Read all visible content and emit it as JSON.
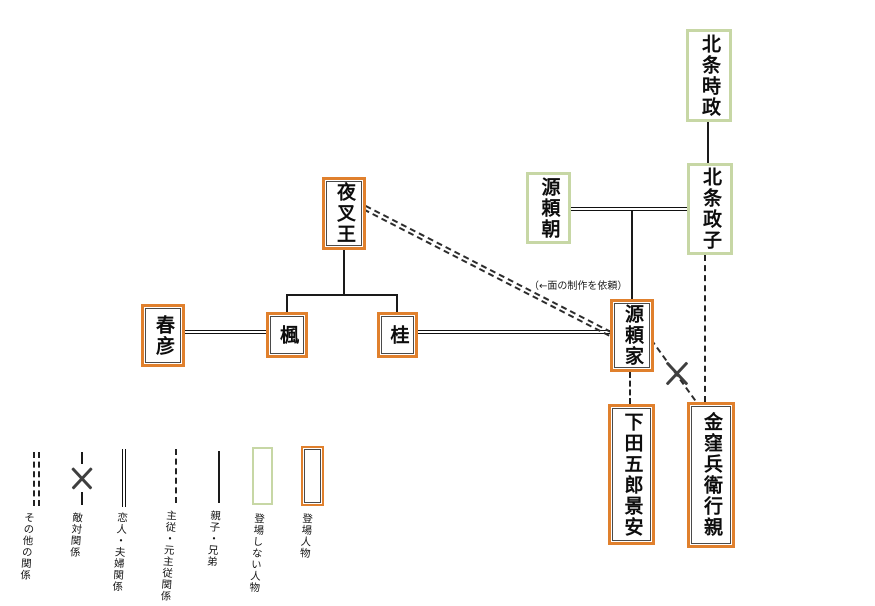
{
  "diagram": {
    "nodes": {
      "hojo_tokimasa": {
        "label": "北条時政",
        "status": "登場しない人物"
      },
      "hojo_masako": {
        "label": "北条政子",
        "status": "登場しない人物"
      },
      "minamoto_yoritomo": {
        "label": "源頼朝",
        "status": "登場しない人物"
      },
      "yashao": {
        "label": "夜叉王",
        "status": "登場人物"
      },
      "haruhiko": {
        "label": "春彦",
        "status": "登場人物"
      },
      "kaede": {
        "label": "楓",
        "status": "登場人物"
      },
      "katsura": {
        "label": "桂",
        "status": "登場人物"
      },
      "minamoto_yoriie": {
        "label": "源頼家",
        "status": "登場人物"
      },
      "shimoda_goro_kageyasu": {
        "label": "下田五郎景安",
        "status": "登場人物"
      },
      "kanakubo_hyoe_yukichika": {
        "label": "金窪兵衛行親",
        "status": "登場人物"
      }
    },
    "annotation": "（←面の制作を依頼）",
    "relationships": [
      {
        "from": "北条時政",
        "to": "北条政子",
        "type": "親子・兄弟"
      },
      {
        "from": "源頼朝",
        "to": "北条政子",
        "type": "恋人・夫婦関係"
      },
      {
        "from": "源頼朝・北条政子",
        "to": "源頼家",
        "type": "親子・兄弟"
      },
      {
        "from": "夜叉王",
        "to": "楓",
        "type": "親子・兄弟"
      },
      {
        "from": "夜叉王",
        "to": "桂",
        "type": "親子・兄弟"
      },
      {
        "from": "春彦",
        "to": "楓",
        "type": "恋人・夫婦関係"
      },
      {
        "from": "桂",
        "to": "源頼家",
        "type": "恋人・夫婦関係"
      },
      {
        "from": "夜叉王",
        "to": "源頼家",
        "type": "その他の関係",
        "note": "（←面の制作を依頼）"
      },
      {
        "from": "源頼家",
        "to": "下田五郎景安",
        "type": "主従・元主従関係"
      },
      {
        "from": "北条政子",
        "to": "金窪兵衛行親",
        "type": "主従・元主従関係"
      },
      {
        "from": "源頼家",
        "to": "金窪兵衛行親",
        "type": "敵対関係"
      }
    ]
  },
  "legend": {
    "line_items": [
      {
        "label": "その他の関係",
        "style": "double-dashed"
      },
      {
        "label": "敵対関係",
        "style": "crossed"
      },
      {
        "label": "恋人・夫婦関係",
        "style": "double-solid"
      },
      {
        "label": "主従・元主従関係",
        "style": "dashed"
      },
      {
        "label": "親子・兄弟",
        "style": "solid"
      }
    ],
    "box_items": [
      {
        "label": "登場しない人物",
        "color": "#c7d7a5"
      },
      {
        "label": "登場人物",
        "color": "#e0802d"
      }
    ]
  },
  "colors": {
    "appearing_border": "#e0802d",
    "non_appearing_border": "#c7d7a5",
    "line": "#1a1a1a",
    "background": "#ffffff"
  }
}
